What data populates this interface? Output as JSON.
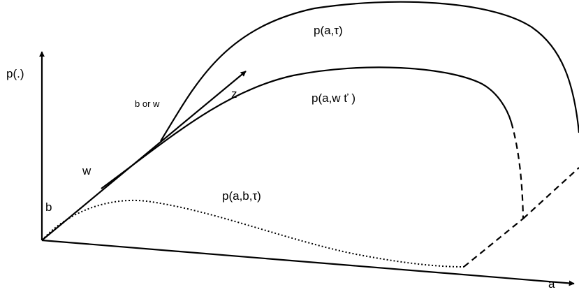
{
  "labels": {
    "y_axis": "p(.)",
    "x_axis": "a",
    "z_axis": "z",
    "b_or_w": "b or w",
    "w": "w",
    "b": "b",
    "curve_p_a_tau": "p(a,τ)",
    "curve_p_a_w_tau": "p(a,w ť )",
    "curve_p_a_b_tau": "p(a,b,τ)"
  },
  "style": {
    "stroke_color": "#000000",
    "background": "#ffffff"
  }
}
